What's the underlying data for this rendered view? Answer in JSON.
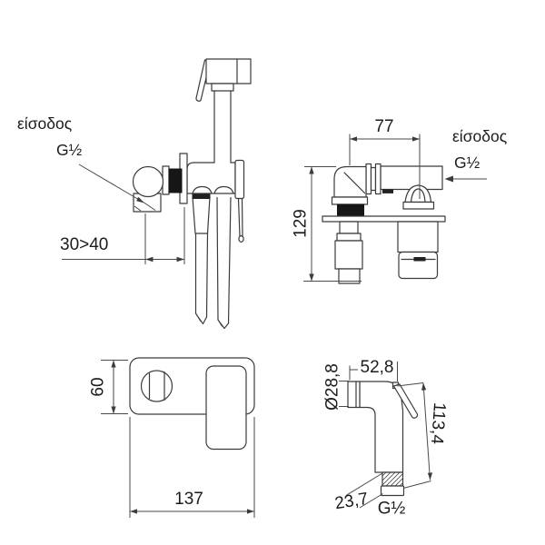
{
  "drawing": {
    "front_view": {
      "inlet_label": "είσοδος",
      "inlet_size": "G½",
      "wall_depth_dim": "30>40"
    },
    "side_view": {
      "width_dim": "77",
      "inlet_label": "είσοδος",
      "inlet_size": "G½",
      "height_dim": "129"
    },
    "plate_view": {
      "height_dim": "60",
      "width_dim": "137"
    },
    "sprayer_view": {
      "head_length_dim": "52,8",
      "head_diameter_dim": "Ø28,8",
      "total_height_dim": "113,4",
      "thread_length_dim": "23,7",
      "thread_size": "G½"
    },
    "colors": {
      "line": "#3b3b3b",
      "text": "#1c1c1c",
      "background": "#ffffff",
      "thread_fill": "#161616"
    }
  }
}
